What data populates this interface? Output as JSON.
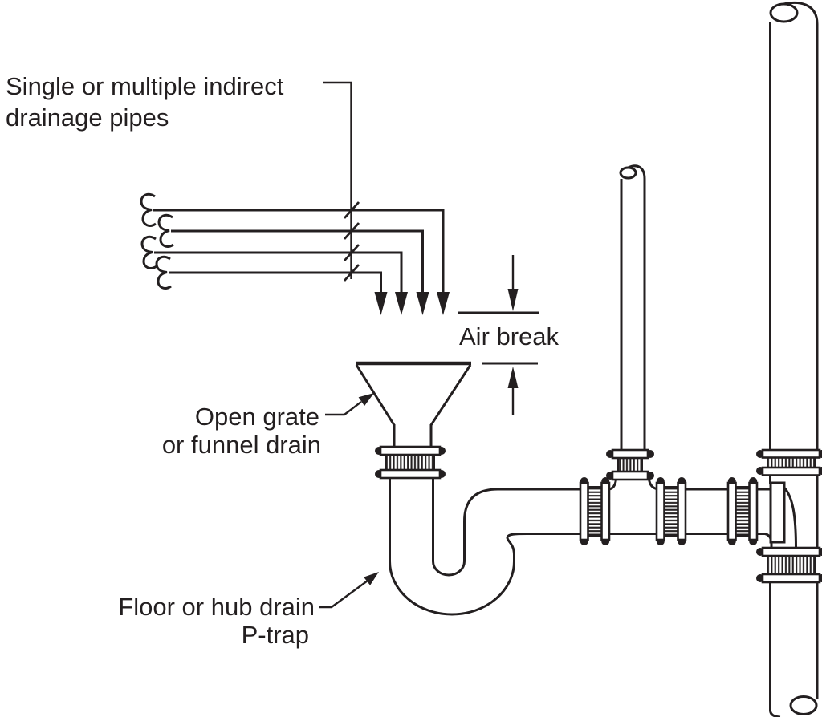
{
  "colors": {
    "ink": "#231f20",
    "background": "#ffffff"
  },
  "labels": {
    "indirect_pipes": {
      "line1": "Single or multiple indirect",
      "line2": "drainage pipes"
    },
    "air_break": "Air break",
    "funnel_drain": {
      "line1": "Open grate",
      "line2": "or funnel drain"
    },
    "p_trap": {
      "line1": "Floor or hub drain",
      "line2": "P-trap"
    }
  }
}
